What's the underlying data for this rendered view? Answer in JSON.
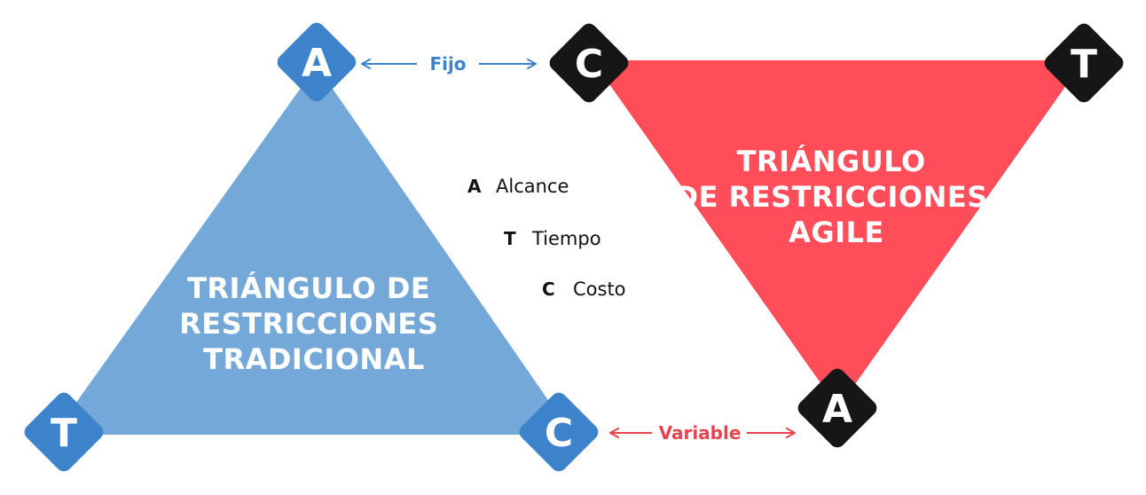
{
  "traditional": {
    "title_lines": [
      "TRIÁNGULO DE",
      "RESTRICCIONES",
      "TRADICIONAL"
    ],
    "color": "#74A8D8",
    "badge_color": "#3D83CC",
    "badges": {
      "top": "A",
      "bottom_left": "T",
      "bottom_right": "C"
    }
  },
  "agile": {
    "title_lines": [
      "TRIÁNGULO",
      "DE RESTRICCIONES",
      "AGILE"
    ],
    "color": "#FF4D5A",
    "badge_color": "#161616",
    "badges": {
      "top_left": "C",
      "top_right": "T",
      "bottom": "A"
    }
  },
  "connectors": {
    "fixed": {
      "label": "Fijo",
      "color": "#3D83CC"
    },
    "variable": {
      "label": "Variable",
      "color": "#E8434F"
    }
  },
  "legend": [
    {
      "letter": "A",
      "text": "Alcance"
    },
    {
      "letter": "T",
      "text": "Tiempo"
    },
    {
      "letter": "C",
      "text": "Costo"
    }
  ]
}
